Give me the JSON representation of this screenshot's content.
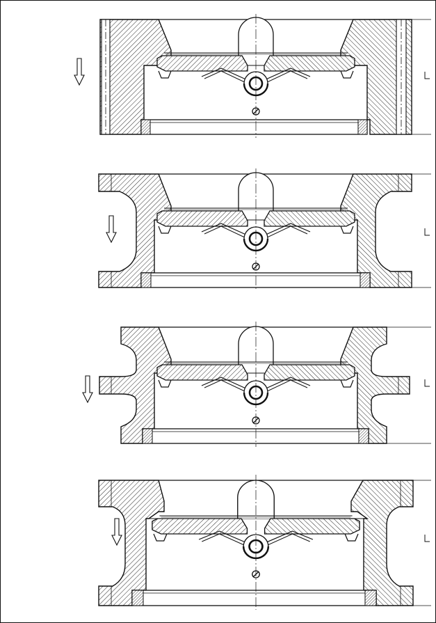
{
  "drawing": {
    "views": [
      {
        "id": "wafer-type",
        "flow_direction": "down",
        "dimension_label": "L"
      },
      {
        "id": "single-flange-type",
        "flow_direction": "down",
        "dimension_label": "L"
      },
      {
        "id": "double-flange-type",
        "flow_direction": "down",
        "dimension_label": "L"
      },
      {
        "id": "lug-type",
        "flow_direction": "down",
        "dimension_label": "L"
      }
    ]
  },
  "colors": {
    "line": "#111111",
    "background": "#ffffff"
  },
  "icons": {
    "flow": "down-arrow-icon",
    "section": "hatched-cross-section"
  }
}
